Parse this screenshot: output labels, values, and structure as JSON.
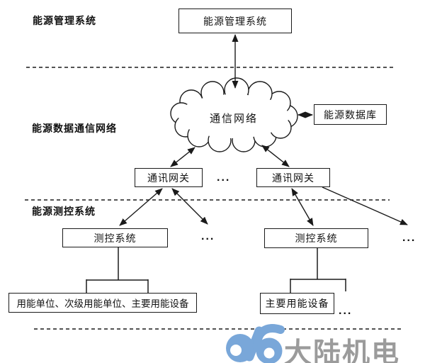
{
  "diagram": {
    "section_labels": {
      "management": "能源管理系统",
      "data_comm_network": "能源数据通信网络",
      "measurement_control": "能源测控系统"
    },
    "nodes": {
      "ems": "能源管理系统",
      "comm_network_cloud": "通信网络",
      "energy_database": "能源数据库",
      "gateway_left": "通讯网关",
      "gateway_right": "通讯网关",
      "mc_system_left": "测控系统",
      "mc_system_right": "测控系统",
      "energy_units": "用能单位、次级用能单位、主要用能设备",
      "major_equipment": "主要用能设备"
    },
    "ellipsis": "..."
  },
  "logo": {
    "glyph": "d6",
    "text": "大陆机电",
    "blue": "#79a7d9",
    "gray": "#9b9b9b"
  },
  "colors": {
    "line": "#1a1a1a",
    "background": "#ffffff"
  }
}
